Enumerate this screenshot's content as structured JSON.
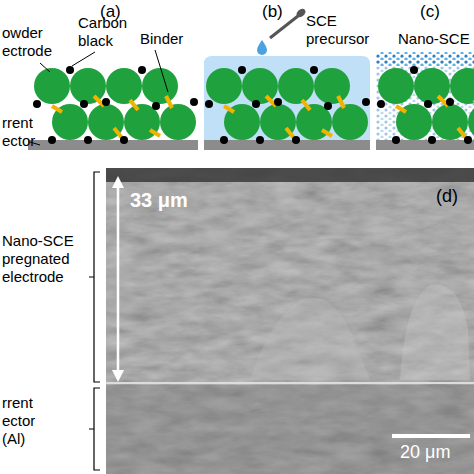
{
  "diagram": {
    "labels": [
      "(a)",
      "(b)",
      "(c)",
      "owder ectrode",
      "Carbon black",
      "Binder",
      "rrent ector",
      "SCE precursor",
      "Nano-SCE",
      "Nano-SCE pregnated electrode",
      "rrent ector (Al)",
      "33 μm",
      "(d)",
      "20 μm"
    ]
  }
}
